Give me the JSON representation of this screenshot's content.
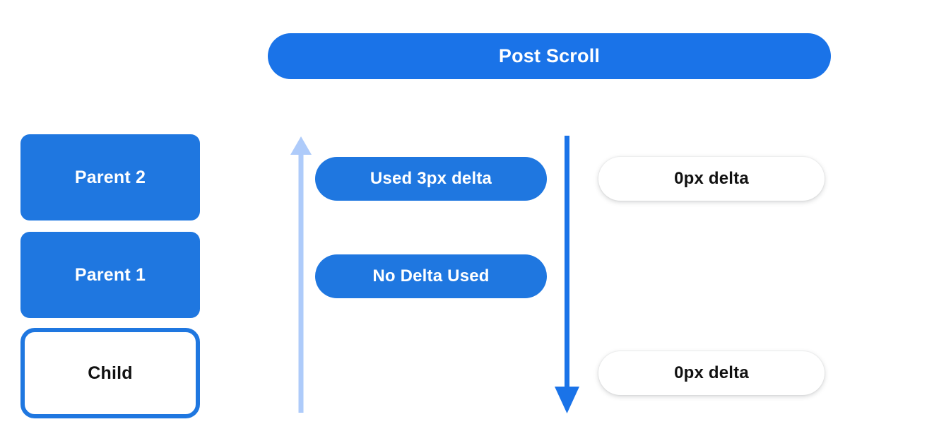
{
  "header": {
    "title": "Post Scroll"
  },
  "nodes": [
    {
      "label": "Parent 2",
      "style": "filled"
    },
    {
      "label": "Parent 1",
      "style": "filled"
    },
    {
      "label": "Child",
      "style": "outlined"
    }
  ],
  "middle_pills": [
    {
      "label": "Used 3px delta"
    },
    {
      "label": "No Delta Used"
    }
  ],
  "right_pills": [
    {
      "label": "0px delta"
    },
    {
      "label": "0px delta"
    }
  ],
  "arrows": [
    {
      "name": "bubble-up-arrow",
      "direction": "up",
      "color": "#aecbfa"
    },
    {
      "name": "scroll-down-arrow",
      "direction": "down",
      "color": "#1a73e8"
    }
  ],
  "colors": {
    "primary_blue": "#1a73e8",
    "node_blue": "#1f77e0",
    "light_blue": "#aecbfa",
    "background": "#ffffff",
    "text_dark": "#111111",
    "text_light": "#ffffff"
  }
}
